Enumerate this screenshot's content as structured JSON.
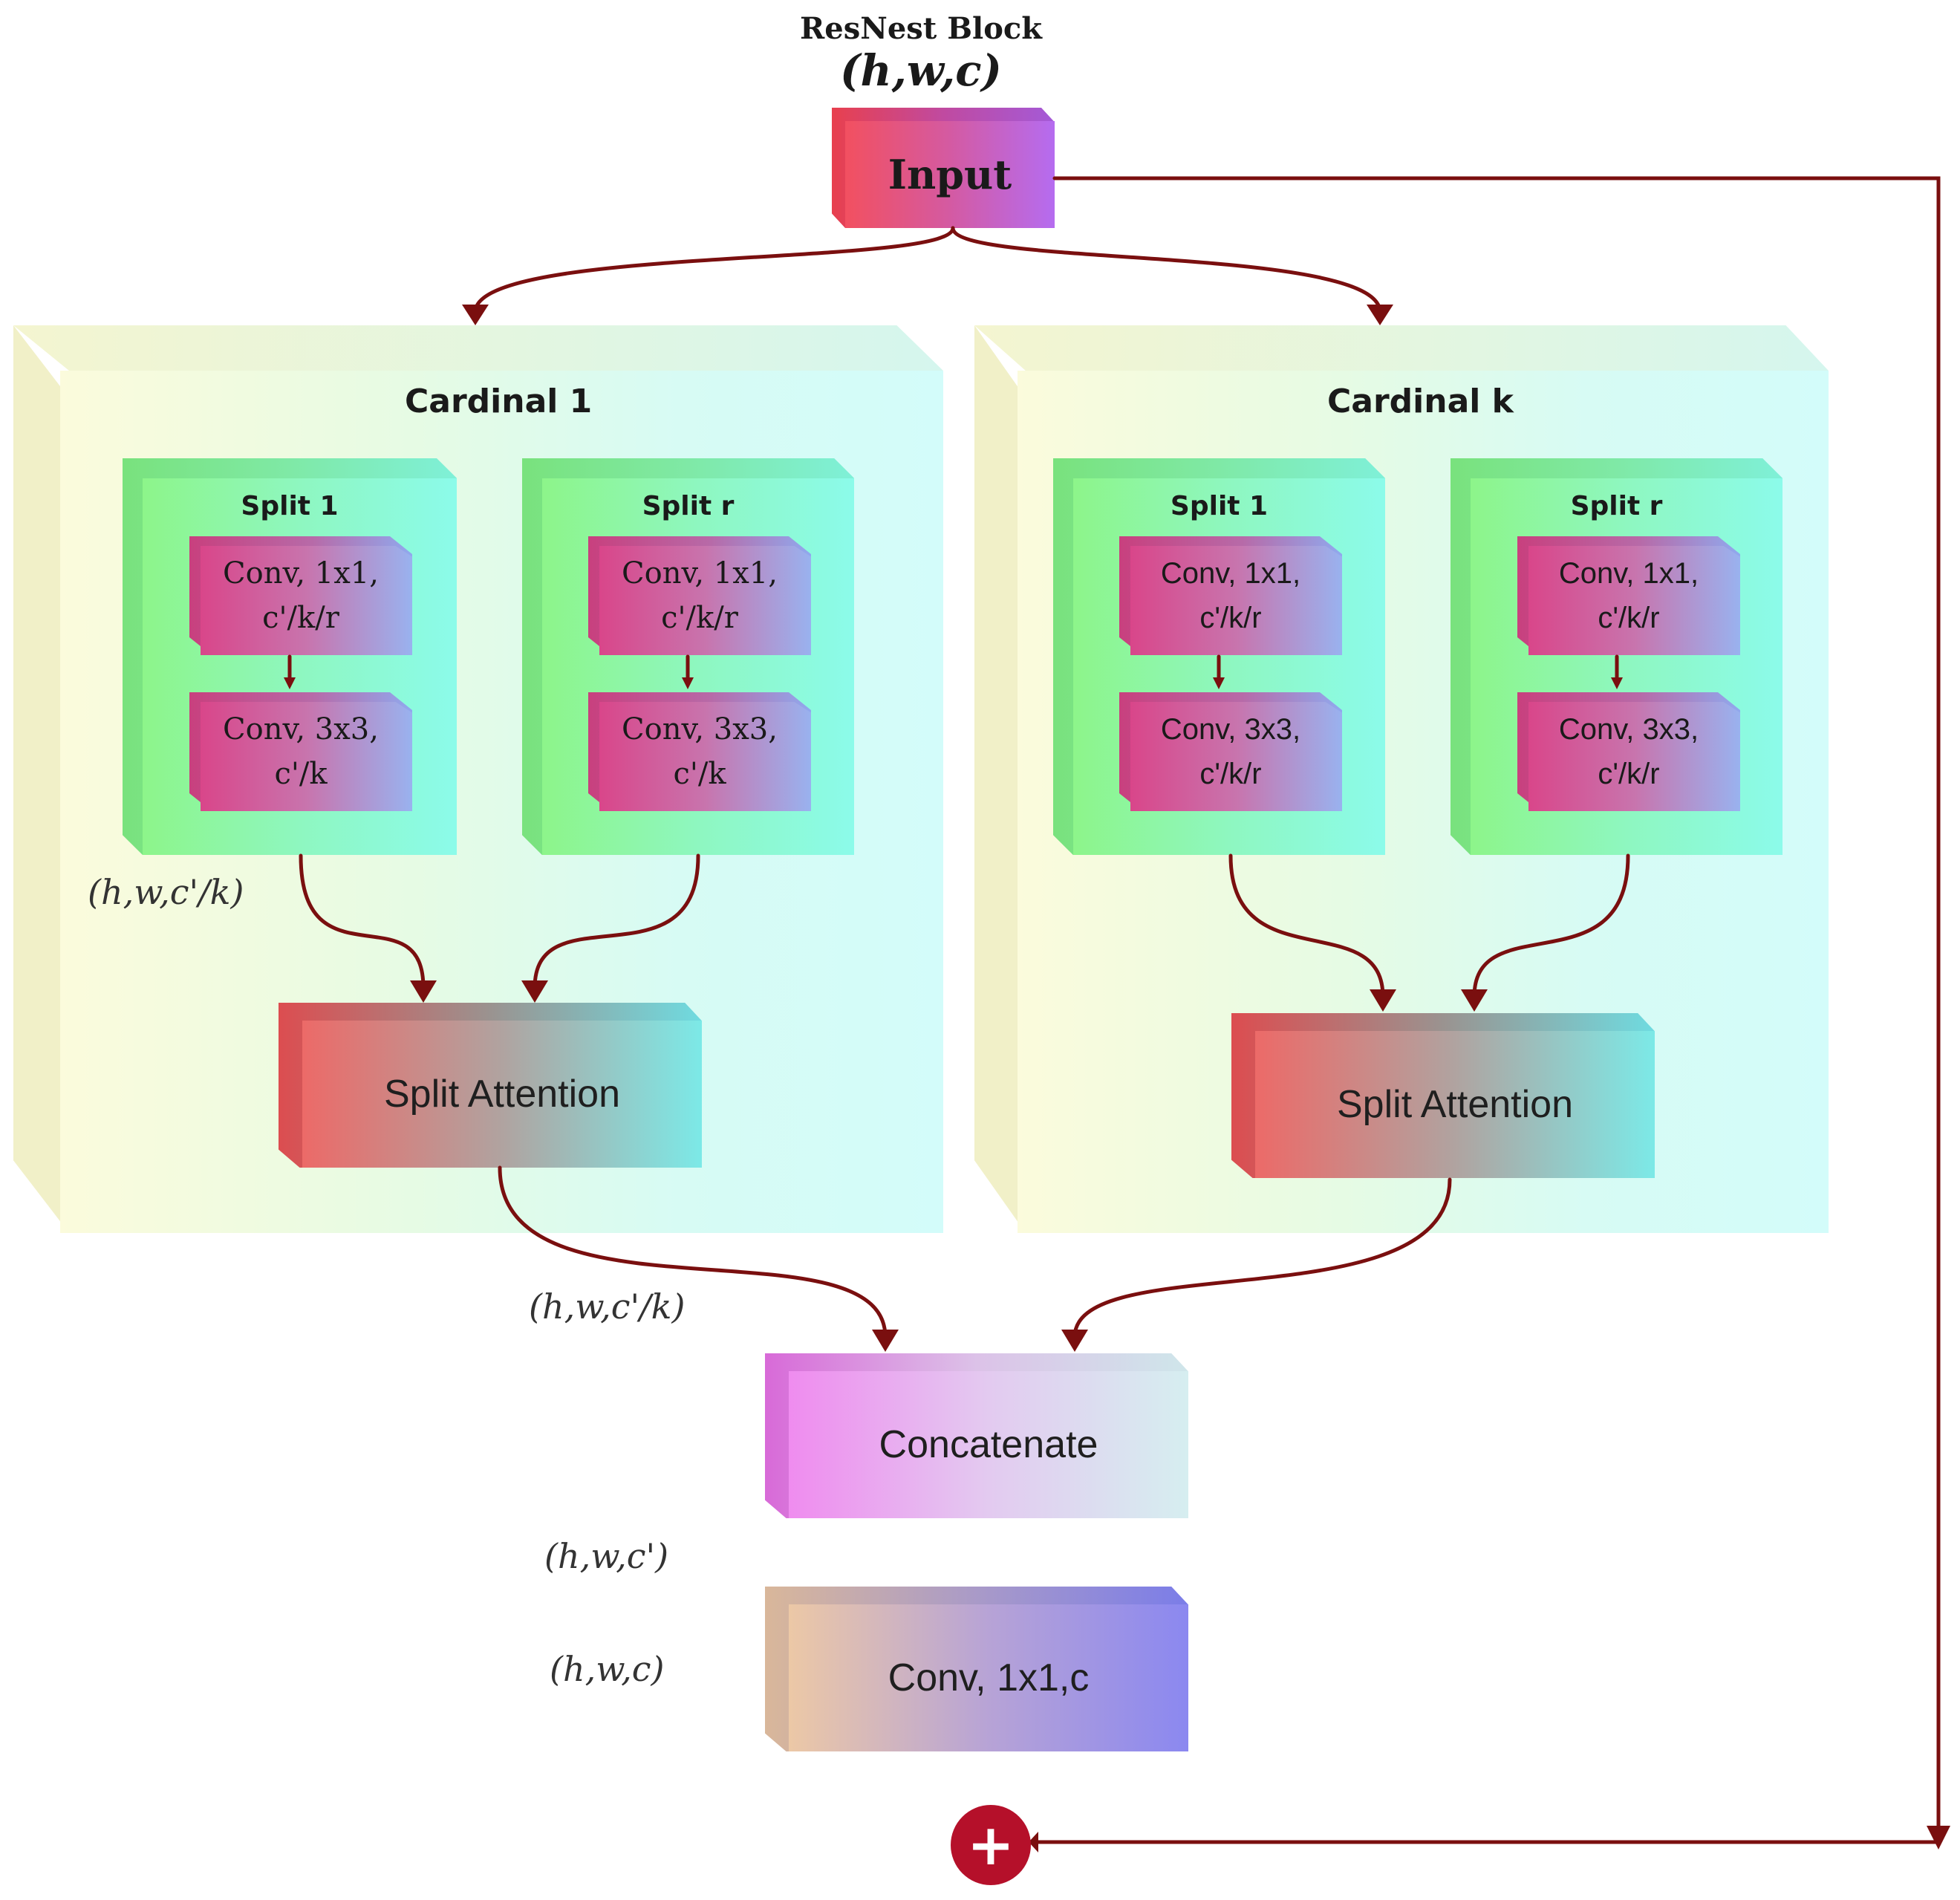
{
  "header": {
    "title": "ResNest Block",
    "dims": "(h,w,c)"
  },
  "input": {
    "label": "Input"
  },
  "cardinals": [
    {
      "title": "Cardinal 1",
      "splits": [
        {
          "title": "Split 1",
          "conv1": [
            "Conv, 1x1,",
            "c'/k/r"
          ],
          "conv2": [
            "Conv, 3x3,",
            "c'/k"
          ]
        },
        {
          "title": "Split r",
          "conv1": [
            "Conv, 1x1,",
            "c'/k/r"
          ],
          "conv2": [
            "Conv, 3x3,",
            "c'/k"
          ]
        }
      ],
      "attention": "Split Attention"
    },
    {
      "title": "Cardinal k",
      "splits": [
        {
          "title": "Split 1",
          "conv1": [
            "Conv, 1x1,",
            "c'/k/r"
          ],
          "conv2": [
            "Conv, 3x3,",
            "c'/k/r"
          ]
        },
        {
          "title": "Split r",
          "conv1": [
            "Conv, 1x1,",
            "c'/k/r"
          ],
          "conv2": [
            "Conv, 3x3,",
            "c'/k/r"
          ]
        }
      ],
      "attention": "Split Attention"
    }
  ],
  "labels": {
    "split_out": "(h,w,c'/k)",
    "attention_out": "(h,w,c'/k)",
    "concat_out": "(h,w,c')",
    "conv_out": "(h,w,c)"
  },
  "concatenate": "Concatenate",
  "final_conv": "Conv, 1x1,c",
  "add_symbol": "+",
  "colors": {
    "arrow": "#7a0f0f",
    "add_circle": "#b5102a"
  }
}
